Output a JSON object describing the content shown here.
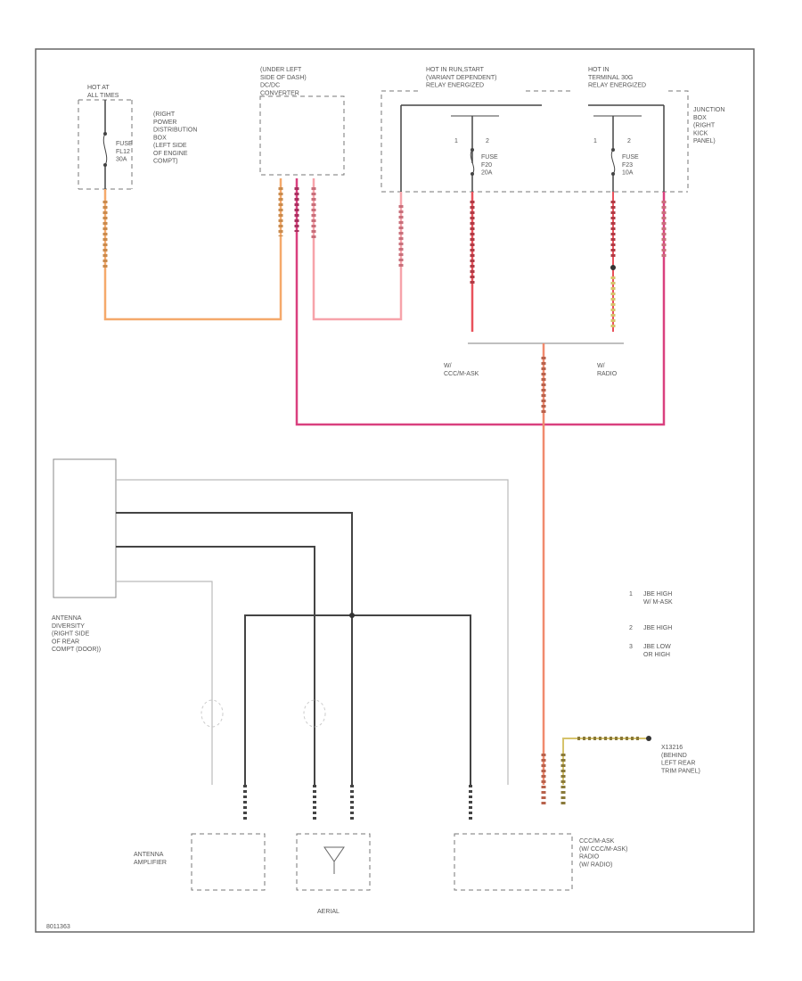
{
  "colors": {
    "orange": "#f5a96b",
    "pink": "#f7a3aa",
    "magenta": "#d9407f",
    "orange_red": "#f08a6e",
    "black_wire": "#444444",
    "gray_wire": "#bbbbbb",
    "yellow_black": "#d6c36b"
  },
  "labels": {
    "hot_at_all_times": "HOT AT\nALL TIMES",
    "fuse_f12": "FUSE\nFL12\n30A",
    "right_power_distribution": "(RIGHT\nPOWER\nDISTRIBUTION\nBOX\n(LEFT SIDE\nOF ENGINE\nCOMPT)",
    "under_left_side_dash": "(UNDER LEFT\nSIDE OF DASH)\nDC/DC\nCONVERTER",
    "hot_in_run_start": "HOT IN RUN,START\n(VARIANT DEPENDENT)\nRELAY ENERGIZED",
    "hot_in_terminal": "HOT IN\nTERMINAL 30G\nRELAY ENERGIZED",
    "junction_box": "JUNCTION\nBOX\n(RIGHT\nKICK\nPANEL)",
    "fuse_f20": "FUSE\nF20\n20A",
    "fuse_f23": "FUSE\nF23\n10A",
    "ccc_cic": "W/\nCCC/M-ASK",
    "w_radio": "W/\nRADIO",
    "antenna_diversity": "ANTENNA\nDIVERSITY\n(RIGHT SIDE\nOF REAR\nCOMPT (DOOR))",
    "legend_1": "JBE HIGH\nW/ M-ASK",
    "legend_2": "JBE HIGH",
    "legend_3": "JBE LOW\nOR HIGH",
    "ground_label": "X13216\n(BEHIND\nLEFT REAR\nTRIM PANEL)",
    "antenna_amplifier": "ANTENNA\nAMPLIFIER",
    "aerial": "AERIAL",
    "ccc_radio": "CCC/M-ASK\n(W/ CCC/M-ASK)\nRADIO\n(W/ RADIO)",
    "footer_code": "8011363"
  },
  "legend_numbers": [
    "1",
    "2",
    "3"
  ],
  "pin_numbers": {
    "a": "1",
    "b": "2"
  }
}
